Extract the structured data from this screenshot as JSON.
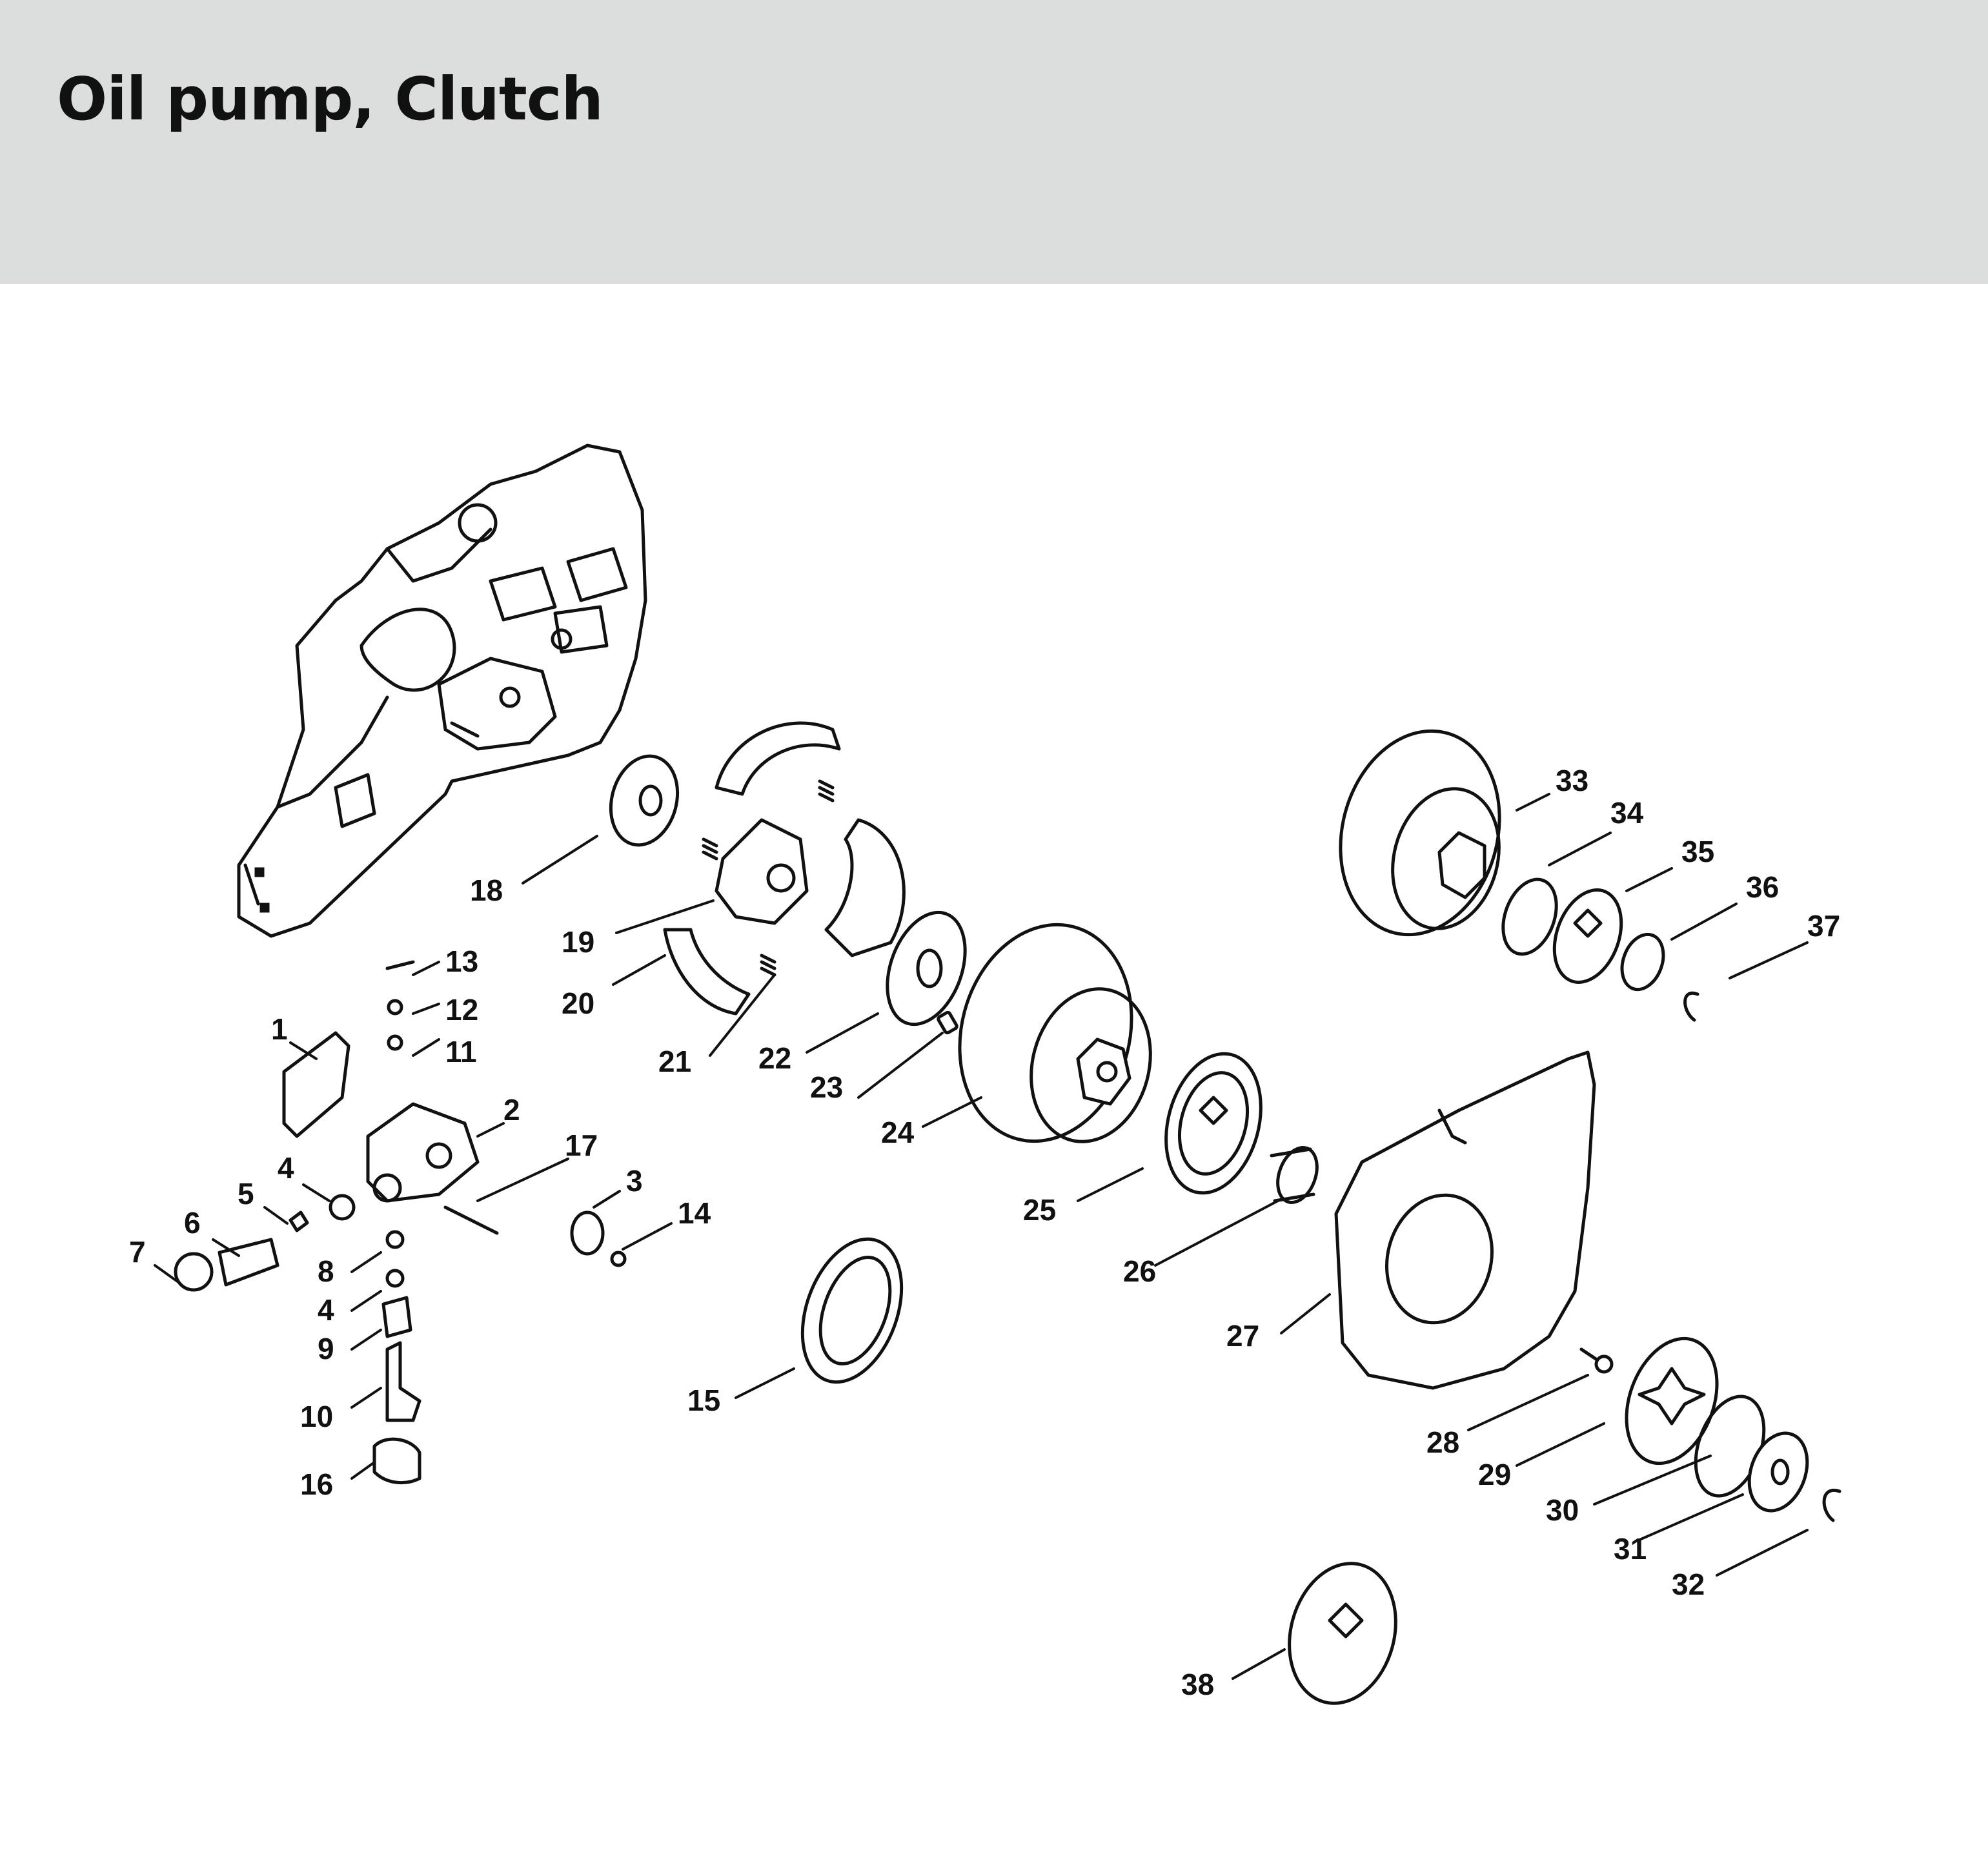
{
  "header": {
    "title": "Oil pump, Clutch",
    "background": "#dcdddd"
  },
  "parts": [
    "1",
    "2",
    "3",
    "4",
    "5",
    "6",
    "7",
    "8",
    "4",
    "9",
    "10",
    "16",
    "11",
    "12",
    "13",
    "17",
    "14",
    "15",
    "18",
    "19",
    "20",
    "21",
    "22",
    "23",
    "24",
    "25",
    "26",
    "27",
    "28",
    "29",
    "30",
    "31",
    "32",
    "33",
    "34",
    "35",
    "36",
    "37",
    "38"
  ],
  "icons": {
    "crankcase": "crankcase-housing-drawing",
    "clutch": "clutch-shoe-assembly-drawing",
    "drum": "clutch-drum-drawing",
    "cover": "chain-sprocket-cover-drawing"
  }
}
